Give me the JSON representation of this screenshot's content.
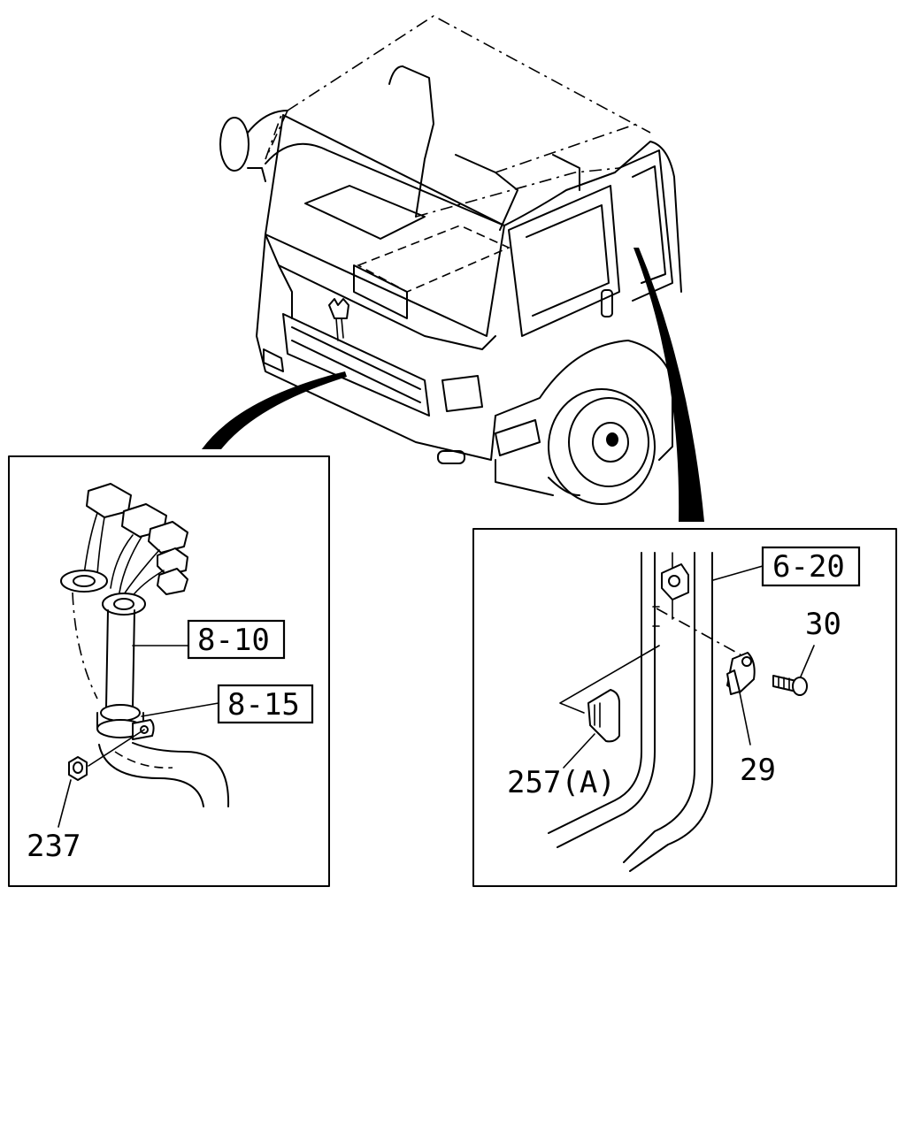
{
  "callouts": {
    "ref_8_10": "8-10",
    "ref_8_15": "8-15",
    "ref_6_20": "6-20",
    "part_237": "237",
    "part_30": "30",
    "part_29": "29",
    "part_257a": "257(A)"
  }
}
